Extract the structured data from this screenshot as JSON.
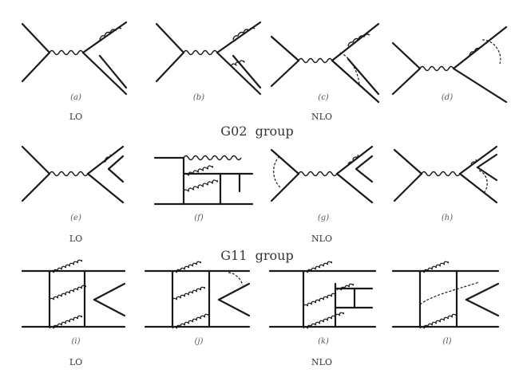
{
  "groups": [
    {
      "label": "G02  group"
    },
    {
      "label": "G11  group"
    }
  ],
  "rows": [
    {
      "left_order": "LO",
      "right_order": "NLO",
      "captions": [
        "(a)",
        "(b)",
        "(c)",
        "(d)"
      ]
    },
    {
      "left_order": "LO",
      "right_order": "NLO",
      "captions": [
        "(e)",
        "(f)",
        "(g)",
        "(h)"
      ]
    },
    {
      "left_order": "LO",
      "right_order": "NLO",
      "captions": [
        "(i)",
        "(j)",
        "(k)",
        "(l)"
      ]
    }
  ],
  "colors": {
    "ink": "#1a1a1a",
    "text": "#333333"
  }
}
